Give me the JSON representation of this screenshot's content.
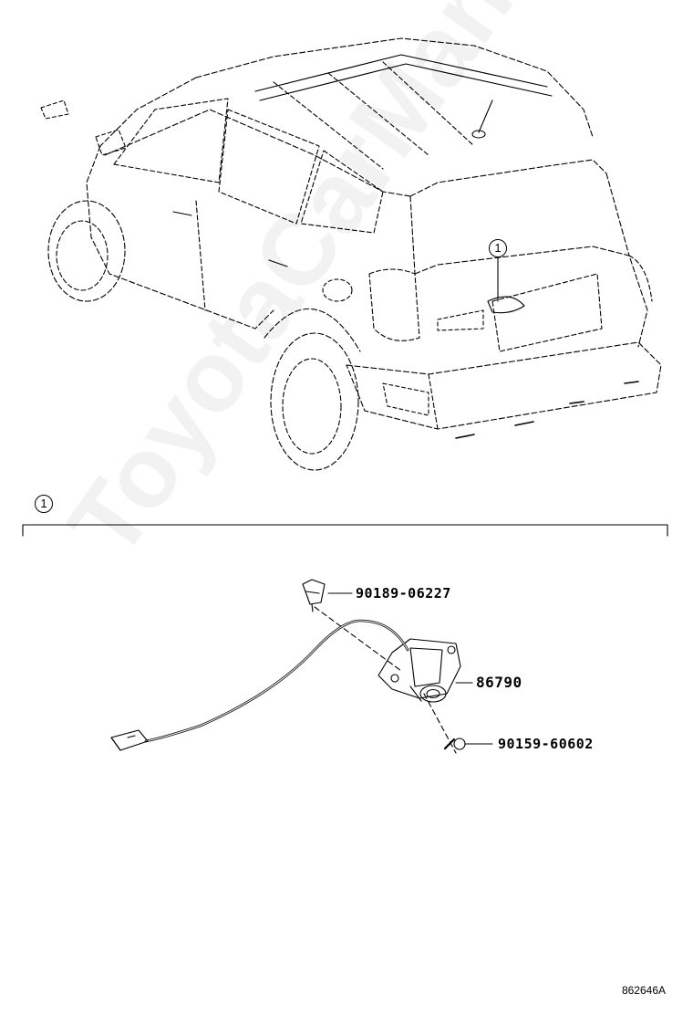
{
  "callouts": {
    "vehicle_callout": "1",
    "section_callout": "1"
  },
  "parts": [
    {
      "number": "90189-06227"
    },
    {
      "number": "86790"
    },
    {
      "number": "90159-60602"
    }
  ],
  "diagram_code": "862646A",
  "watermark": "ToyotaCarManiac.ru",
  "colors": {
    "ink": "#000000",
    "background": "#ffffff"
  }
}
